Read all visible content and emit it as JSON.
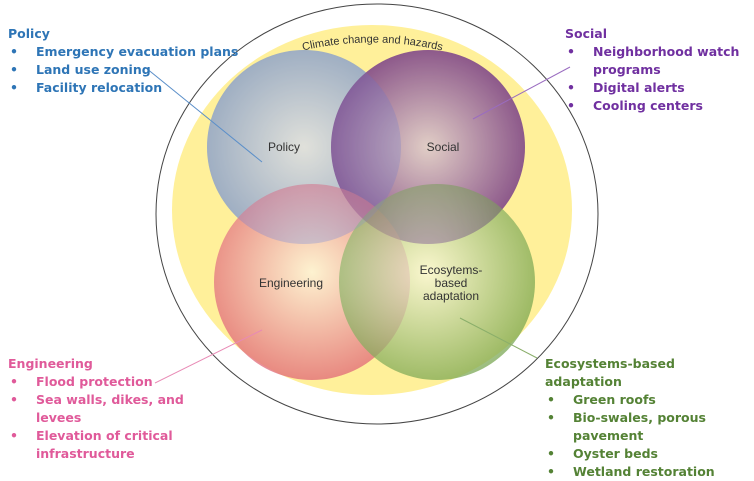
{
  "diagram": {
    "outer_label": "Climate change and hazards",
    "colors": {
      "outer_ring_fill": "#fff09a",
      "outer_border": "#444444",
      "policy": "#8aa0b8",
      "social": "#6a2a7a",
      "engineering": "#e06070",
      "ecosystems": "#7aa850",
      "text": "#333333"
    },
    "circles": [
      {
        "id": "policy",
        "label": [
          "Policy"
        ]
      },
      {
        "id": "social",
        "label": [
          "Social"
        ]
      },
      {
        "id": "engineering",
        "label": [
          "Engineering"
        ]
      },
      {
        "id": "ecosystems",
        "label": [
          "Ecosytems-",
          "based",
          "adaptation"
        ]
      }
    ]
  },
  "panels": {
    "policy": {
      "title": "Policy",
      "color": "#2e75b6",
      "items": [
        "Emergency evacuation plans",
        "Land use zoning",
        "Facility relocation"
      ]
    },
    "social": {
      "title": "Social",
      "color": "#7030a0",
      "items": [
        "Neighborhood watch programs",
        "Digital alerts",
        "Cooling centers"
      ]
    },
    "engineering": {
      "title": "Engineering",
      "color": "#e05a9a",
      "items": [
        "Flood protection",
        "Sea walls, dikes, and levees",
        "Elevation of critical infrastructure"
      ]
    },
    "ecosystems": {
      "title": "Ecosystems-based adaptation",
      "color": "#548235",
      "items": [
        "Green roofs",
        "Bio-swales, porous pavement",
        "Oyster beds",
        "Wetland restoration"
      ]
    }
  }
}
